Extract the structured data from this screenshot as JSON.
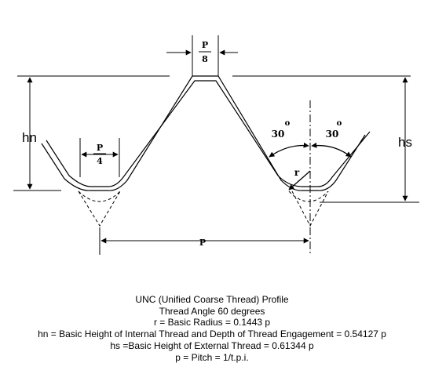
{
  "labels": {
    "p8_num": "P",
    "p8_den": "8",
    "p4_num": "P",
    "p4_den": "4",
    "hn": "hn",
    "hs": "hs",
    "deg_mark_left": "o",
    "deg_mark_right": "o",
    "angle_left": "30",
    "angle_right": "30",
    "radius": "r",
    "pitch": "P"
  },
  "caption": {
    "line1": "UNC (Unified Coarse Thread) Profile",
    "line2": "Thread Angle 60 degrees",
    "line3": "r = Basic Radius = 0.1443 p",
    "line4": "hn = Basic Height of Internal Thread and Depth of Thread Engagement = 0.54127 p",
    "line5": "hs =Basic Height of External Thread = 0.61344 p",
    "line6": "p = Pitch = 1/t.p.i."
  }
}
